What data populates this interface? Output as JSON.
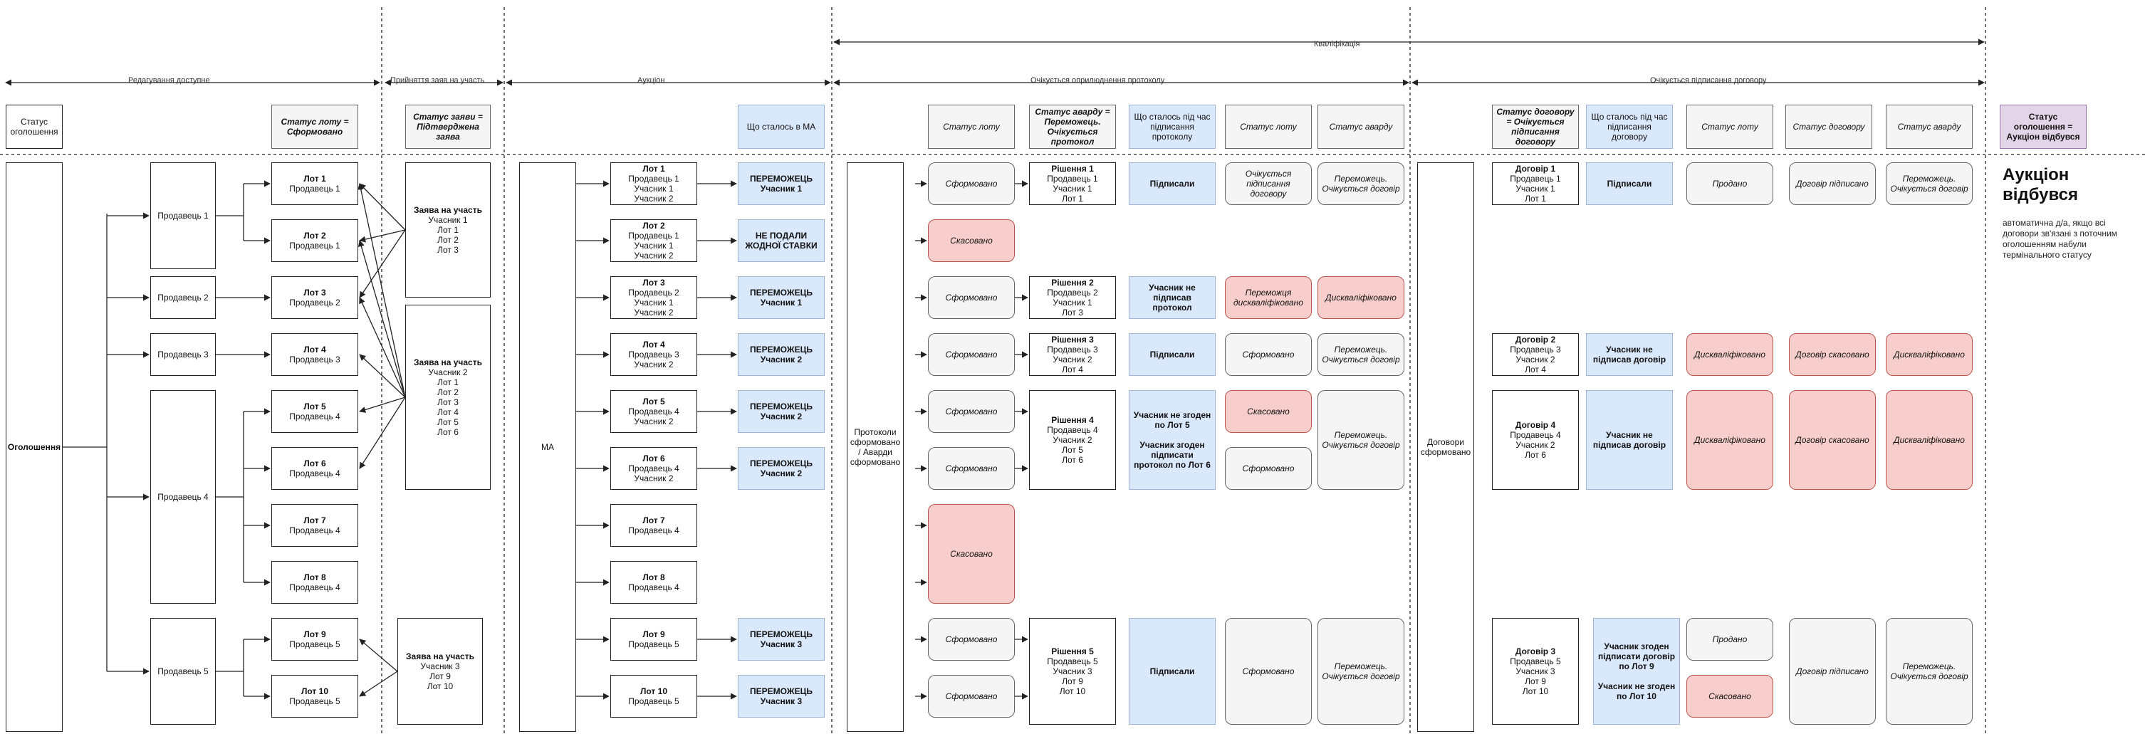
{
  "sections": {
    "editing": "Редагування доступне",
    "accept": "Прийняття заяв на участь",
    "auction": "Аукціон",
    "qualification": "Кваліфікація",
    "protocol": "Очікується оприлюднення протоколу",
    "contract": "Очікується підписання договору"
  },
  "headers": {
    "announce_status": "Статус оголошення",
    "lot_status": "Статус лоту = Сформовано",
    "bid_status": "Статус заяви = Підтверджена заява",
    "ma_happened": "Що сталось в МА",
    "lot_status2": "Статус лоту",
    "award_status": "Статус аварду = Переможець. Очікується протокол",
    "protocol_signing": "Що сталось під час підписання протоколу",
    "lot_status3": "Статус лоту",
    "award_status2": "Статус аварду",
    "contract_status": "Статус договору = Очікується підписання договору",
    "contract_signing": "Що сталось під час підписання договору",
    "lot_status4": "Статус лоту",
    "contract_status2": "Статус договору",
    "award_status3": "Статус аварду",
    "final_status": "Статус оголошення = Аукціон відбувся"
  },
  "announcement": "Оголошення",
  "sellers": [
    "Продавець 1",
    "Продавець 2",
    "Продавець 3",
    "Продавець 4",
    "Продавець 5"
  ],
  "lots": [
    {
      "title": "Лот 1",
      "seller": "Продавець 1"
    },
    {
      "title": "Лот 2",
      "seller": "Продавець 1"
    },
    {
      "title": "Лот 3",
      "seller": "Продавець 2"
    },
    {
      "title": "Лот 4",
      "seller": "Продавець 3"
    },
    {
      "title": "Лот 5",
      "seller": "Продавець 4"
    },
    {
      "title": "Лот 6",
      "seller": "Продавець 4"
    },
    {
      "title": "Лот 7",
      "seller": "Продавець 4"
    },
    {
      "title": "Лот 8",
      "seller": "Продавець 4"
    },
    {
      "title": "Лот 9",
      "seller": "Продавець 5"
    },
    {
      "title": "Лот 10",
      "seller": "Продавець 5"
    }
  ],
  "bids": [
    {
      "title": "Заява на участь",
      "lines": [
        "Учасник 1",
        "Лот 1",
        "Лот 2",
        "Лот 3"
      ]
    },
    {
      "title": "Заява на участь",
      "lines": [
        "Учасник 2",
        "Лот 1",
        "Лот 2",
        "Лот 3",
        "Лот 4",
        "Лот 5",
        "Лот 6"
      ]
    },
    {
      "title": "Заява на участь",
      "lines": [
        "Учасник 3",
        "Лот 9",
        "Лот 10"
      ]
    }
  ],
  "ma": "МА",
  "auction_lots": [
    {
      "title": "Лот 1",
      "lines": [
        "Продавець 1",
        "Учасник 1",
        "Учасник 2"
      ]
    },
    {
      "title": "Лот 2",
      "lines": [
        "Продавець 1",
        "Учасник 1",
        "Учасник 2"
      ]
    },
    {
      "title": "Лот 3",
      "lines": [
        "Продавець 2",
        "Учасник 1",
        "Учасник 2"
      ]
    },
    {
      "title": "Лот 4",
      "lines": [
        "Продавець 3",
        "Учасник 2"
      ]
    },
    {
      "title": "Лот 5",
      "lines": [
        "Продавець 4",
        "Учасник 2"
      ]
    },
    {
      "title": "Лот 6",
      "lines": [
        "Продавець 4",
        "Учасник 2"
      ]
    },
    {
      "title": "Лот 7",
      "lines": [
        "Продавець 4"
      ]
    },
    {
      "title": "Лот 8",
      "lines": [
        "Продавець 4"
      ]
    },
    {
      "title": "Лот 9",
      "lines": [
        "Продавець 5"
      ]
    },
    {
      "title": "Лот 10",
      "lines": [
        "Продавець 5"
      ]
    }
  ],
  "ma_results": [
    {
      "row": 0,
      "text": "ПЕРЕМОЖЕЦЬ Учасник 1"
    },
    {
      "row": 1,
      "text": "НЕ ПОДАЛИ ЖОДНОЇ СТАВКИ"
    },
    {
      "row": 2,
      "text": "ПЕРЕМОЖЕЦЬ Учасник 1"
    },
    {
      "row": 3,
      "text": "ПЕРЕМОЖЕЦЬ Учасник 2"
    },
    {
      "row": 4,
      "text": "ПЕРЕМОЖЕЦЬ Учасник 2"
    },
    {
      "row": 5,
      "text": "ПЕРЕМОЖЕЦЬ Учасник 2"
    },
    {
      "row": 8,
      "text": "ПЕРЕМОЖЕЦЬ Учасник 3"
    },
    {
      "row": 9,
      "text": "ПЕРЕМОЖЕЦЬ Учасник 3"
    }
  ],
  "protocols": "Протоколи сформовано / Аварди сформовано",
  "q_lot_status": {
    "formed": "Сформовано",
    "cancelled": "Скасовано"
  },
  "decisions": [
    {
      "title": "Рішення 1",
      "lines": [
        "Продавець 1",
        "Учасник 1",
        "Лот 1"
      ]
    },
    {
      "title": "Рішення 2",
      "lines": [
        "Продавець 2",
        "Учасник 1",
        "Лот 3"
      ]
    },
    {
      "title": "Рішення 3",
      "lines": [
        "Продавець 3",
        "Учасник 2",
        "Лот 4"
      ]
    },
    {
      "title": "Рішення 4",
      "lines": [
        "Продавець 4",
        "Учасник 2",
        "Лот 5",
        "Лот 6"
      ]
    },
    {
      "title": "Рішення 5",
      "lines": [
        "Продавець 5",
        "Учасник 3",
        "Лот 9",
        "Лот 10"
      ]
    }
  ],
  "protocol_events": {
    "signed": "Підписали",
    "not_signed": "Учасник не підписав протокол",
    "lot4": "Учасник не згоден по Лот 5\n\nУчасник згоден підписати протокол по Лот 6"
  },
  "q_lot3": {
    "awaiting_contract": "Очікується підписання договору",
    "winner_disq": "Переможця дискваліфіковано",
    "formed": "Сформовано",
    "cancelled": "Скасовано"
  },
  "q_award": {
    "winner_wait": "Переможець. Очікується договір",
    "disq": "Дискваліфіковано"
  },
  "contracts_formed": "Договори сформовано",
  "contracts": [
    {
      "title": "Договір 1",
      "lines": [
        "Продавець 1",
        "Учасник 1",
        "Лот 1"
      ]
    },
    {
      "title": "Договір 2",
      "lines": [
        "Продавець 3",
        "Учасник 2",
        "Лот 4"
      ]
    },
    {
      "title": "Договір 4",
      "lines": [
        "Продавець 4",
        "Учасник 2",
        "Лот 6"
      ]
    },
    {
      "title": "Договір 3",
      "lines": [
        "Продавець 5",
        "Учасник 3",
        "Лот 9",
        "Лот 10"
      ]
    }
  ],
  "contract_events": {
    "signed": "Підписали",
    "not_signed": "Учасник не підписав договір",
    "c3": "Учасник згоден підписати договір по Лот 9\n\nУчасник не згоден по Лот 10"
  },
  "final_lot": {
    "sold": "Продано",
    "disq": "Дискваліфіковано",
    "cancelled": "Скасовано"
  },
  "final_contract": {
    "signed": "Договір підписано",
    "cancelled": "Договір скасовано"
  },
  "final_award": {
    "winner_wait": "Переможець. Очікується договір",
    "disq": "Дискваліфіковано"
  },
  "result_title": "Аукціон відбувся",
  "result_note": "автоматична д/а, якщо всі договори зв'язані з поточним оголошенням набули термінального статусу"
}
